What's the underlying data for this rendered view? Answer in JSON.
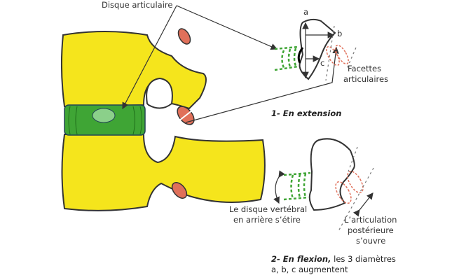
{
  "labels": {
    "disc": "Disque articulaire",
    "a": "a",
    "b": "b",
    "c": "c",
    "facets_1": "Facettes",
    "facets_2": "articulaires",
    "extension": "1- En extension",
    "disc_stretch_1": "Le disque vertébral",
    "disc_stretch_2": "en arrière s’étire",
    "joint_open_1": "L’articulation",
    "joint_open_2": "postérieure",
    "joint_open_3": "s’ouvre",
    "flexion_bold": "2- En flexion,",
    "flexion_rest": " les 3 diamètres",
    "flexion_line2": "a, b, c augmentent"
  },
  "colors": {
    "bone": "#f5e51c",
    "disc": "#3fa535",
    "facet": "#e0705a",
    "outline": "#333333"
  }
}
